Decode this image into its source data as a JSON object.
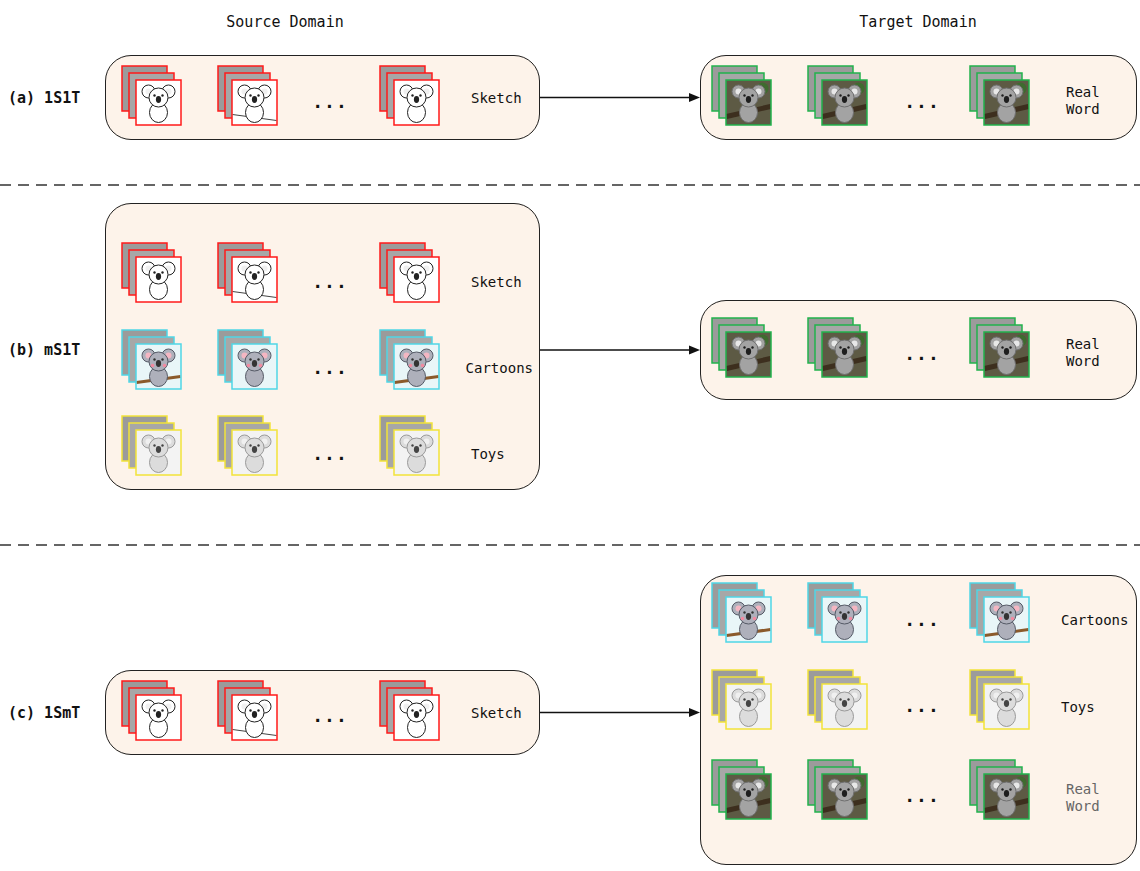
{
  "diagram": {
    "nodes": [
      {
        "text": [
          "Sketch"
        ]
      },
      {
        "text": [
          "Real Word"
        ]
      },
      {
        "text": [
          "Sketch",
          "Cartoons",
          "Toys"
        ]
      },
      {
        "text": [
          "Real Word"
        ]
      },
      {
        "text": [
          "Sketch"
        ]
      },
      {
        "text": [
          "Cartoons",
          "Toys",
          "Real Word"
        ]
      }
    ],
    "edges": [
      {
        "from": 0,
        "to": 1,
        "arrow": "to"
      },
      {
        "from": 2,
        "to": 3,
        "arrow": "to"
      },
      {
        "from": 4,
        "to": 5,
        "arrow": "to"
      }
    ],
    "labels": [
      "Source Domain",
      "Target Domain",
      "(a) 1S1T",
      "...",
      "...",
      "(b) mS1T",
      "...",
      "...",
      "...",
      "...",
      "(c) 1SmT",
      "...",
      "...",
      "...",
      "..."
    ]
  }
}
